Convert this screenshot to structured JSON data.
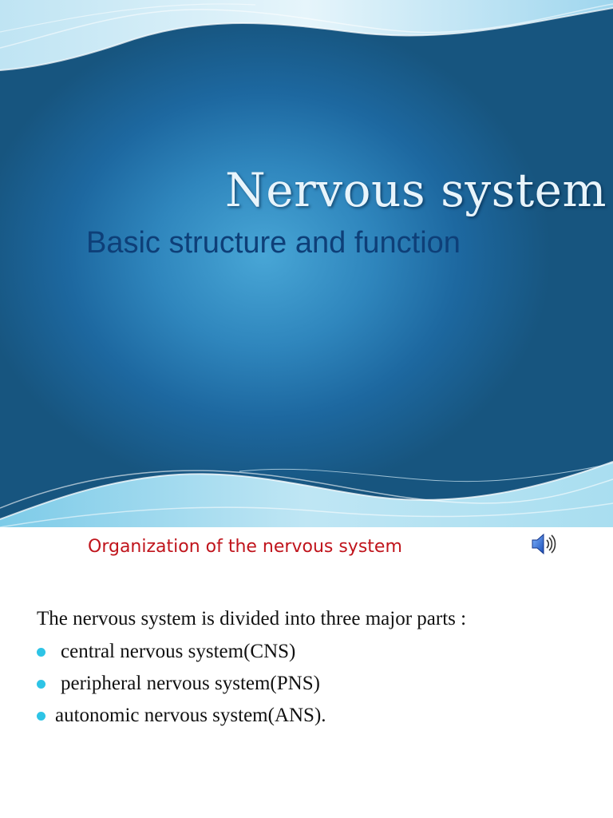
{
  "title_slide": {
    "title": "Nervous system",
    "subtitle": "Basic structure and function"
  },
  "content_slide": {
    "heading": "Organization of the nervous system",
    "audio_icon": "speaker-icon",
    "intro": "The nervous system is divided into three major parts :",
    "bullets": [
      {
        "text": "central nervous system(CNS)"
      },
      {
        "text": "peripheral nervous system(PNS)"
      },
      {
        "text": "autonomic nervous system(ANS)."
      }
    ]
  },
  "colors": {
    "title_bg": "#2f86bd",
    "title_text": "#e8f4fb",
    "subtitle_text": "#0e3f78",
    "heading_text": "#c0141c",
    "bullet": "#2ec4e6",
    "body_text": "#111111"
  }
}
